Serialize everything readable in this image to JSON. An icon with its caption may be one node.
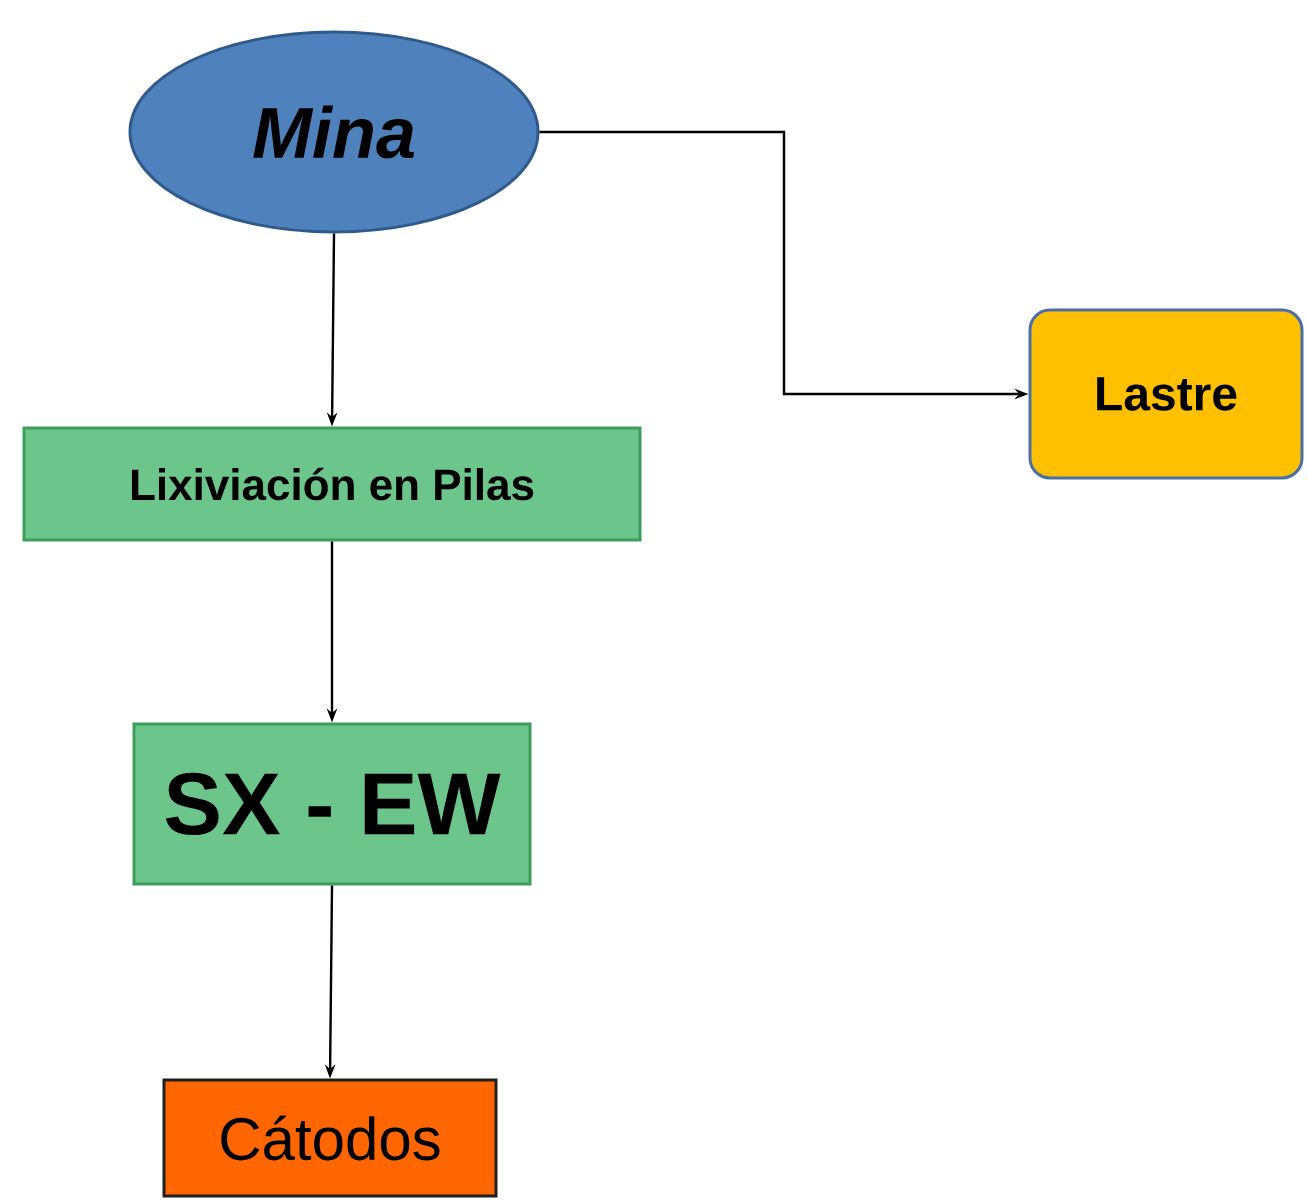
{
  "diagram": {
    "nodes": [
      {
        "text": [
          "*Mina*"
        ]
      },
      {
        "text": [
          "Lastre"
        ]
      },
      {
        "text": [
          "Lixiviación en Pilas"
        ]
      },
      {
        "text": [
          "SX - EW"
        ]
      },
      {
        "text": [
          "Cátodos"
        ]
      }
    ],
    "edges": [
      {
        "from": 0,
        "to": 1,
        "arrow": "to"
      },
      {
        "from": 0,
        "to": 2,
        "arrow": "to"
      },
      {
        "from": 2,
        "to": 3,
        "arrow": "to"
      },
      {
        "from": 3,
        "to": 4,
        "arrow": "to"
      }
    ]
  }
}
